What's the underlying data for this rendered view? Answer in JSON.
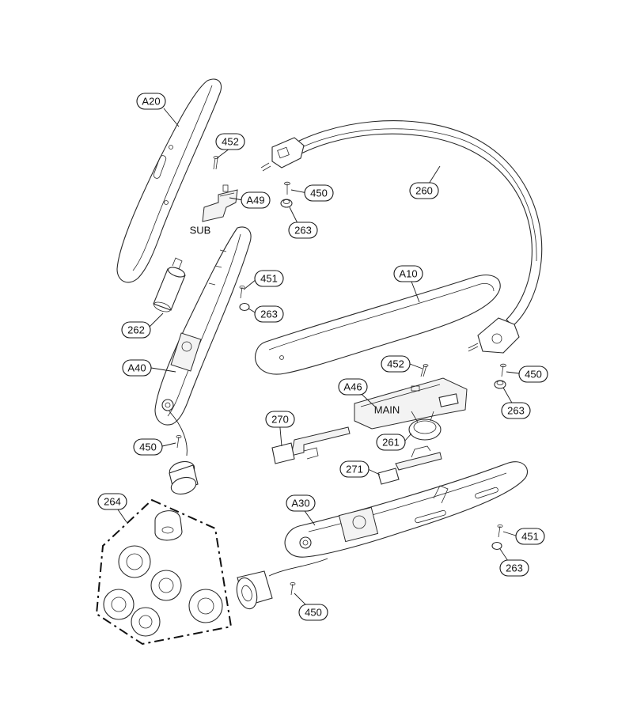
{
  "callouts": {
    "a20": "A20",
    "n452_top": "452",
    "a49": "A49",
    "n450_top": "450",
    "n263_top": "263",
    "n260": "260",
    "n451_left": "451",
    "n263_left": "263",
    "n262": "262",
    "a10": "A10",
    "a40": "A40",
    "n452_main": "452",
    "n450_right": "450",
    "a46": "A46",
    "n263_right": "263",
    "n270": "270",
    "n261": "261",
    "n450_left": "450",
    "n271": "271",
    "n264": "264",
    "a30": "A30",
    "n451_right": "451",
    "n263_bottom": "263",
    "n450_bottom": "450"
  },
  "labels": {
    "sub": "SUB",
    "main": "MAIN"
  }
}
